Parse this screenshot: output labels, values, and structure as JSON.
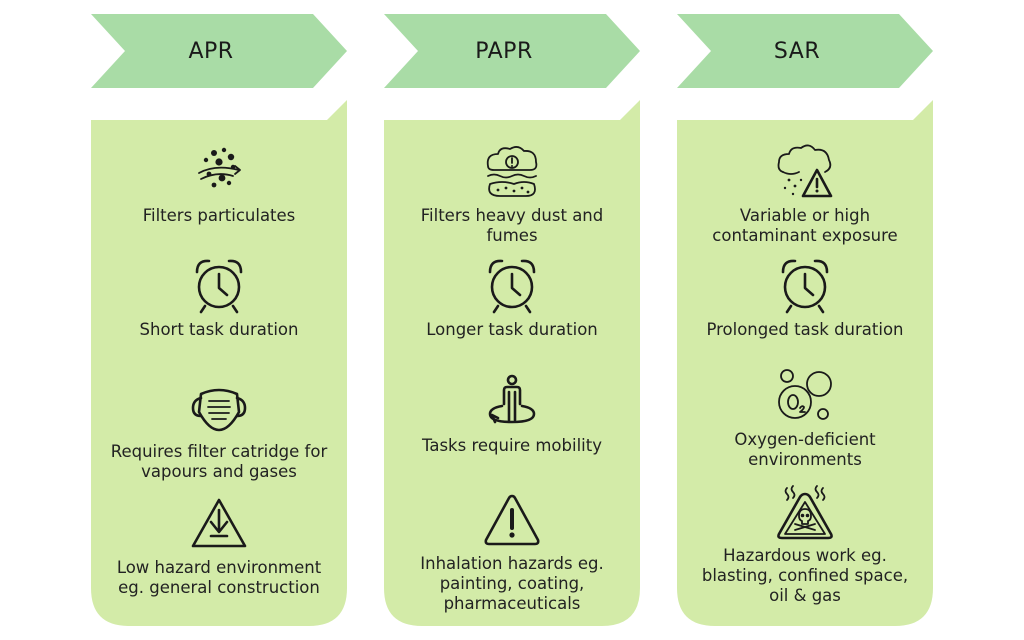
{
  "colors": {
    "header": "#a9dca6",
    "panel": "#d3eba8",
    "icon": "#1a1a1a"
  },
  "columns": [
    {
      "title": "APR",
      "items": [
        {
          "icon": "particulates-icon",
          "label": "Filters particulates"
        },
        {
          "icon": "alarm-clock-icon",
          "label": "Short task duration"
        },
        {
          "icon": "face-mask-icon",
          "label": "Requires filter catridge for vapours and gases"
        },
        {
          "icon": "hazard-down-arrow-icon",
          "label": "Low hazard environment eg. general construction"
        }
      ]
    },
    {
      "title": "PAPR",
      "items": [
        {
          "icon": "dust-fumes-icon",
          "label": "Filters heavy dust and fumes"
        },
        {
          "icon": "alarm-clock-icon",
          "label": "Longer task duration"
        },
        {
          "icon": "person-mobility-icon",
          "label": "Tasks require mobility"
        },
        {
          "icon": "warning-triangle-icon",
          "label": "Inhalation hazards eg. painting, coating, pharmaceuticals"
        }
      ]
    },
    {
      "title": "SAR",
      "items": [
        {
          "icon": "cloud-warning-icon",
          "label": "Variable or high contaminant exposure"
        },
        {
          "icon": "alarm-clock-icon",
          "label": "Prolonged task duration"
        },
        {
          "icon": "oxygen-bubbles-icon",
          "label": "Oxygen-deficient environments"
        },
        {
          "icon": "toxic-hazard-icon",
          "label": "Hazardous work eg. blasting, confined space, oil & gas"
        }
      ]
    }
  ]
}
